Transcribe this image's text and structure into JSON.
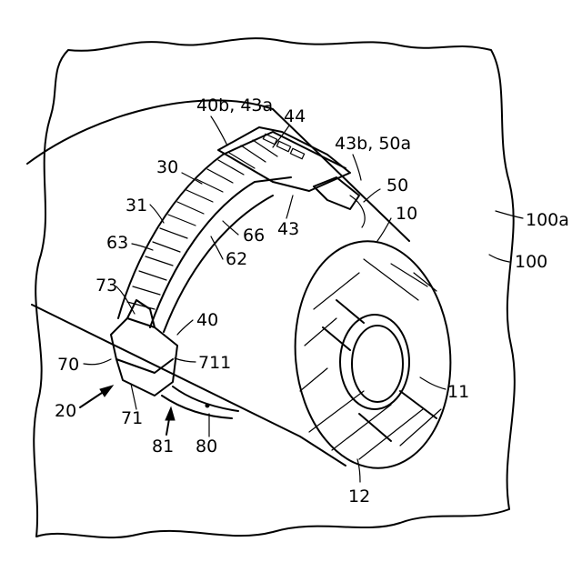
{
  "labels": {
    "l40b43a": "40b, 43a",
    "l44": "44",
    "l43b50a": "43b, 50a",
    "l30": "30",
    "l31": "31",
    "l50": "50",
    "l10": "10",
    "l66": "66",
    "l43": "43",
    "l63": "63",
    "l62": "62",
    "l100a": "100a",
    "l100": "100",
    "l73": "73",
    "l40": "40",
    "l70": "70",
    "l711": "711",
    "l11": "11",
    "l20": "20",
    "l71": "71",
    "l81": "81",
    "l80": "80",
    "l12": "12"
  }
}
